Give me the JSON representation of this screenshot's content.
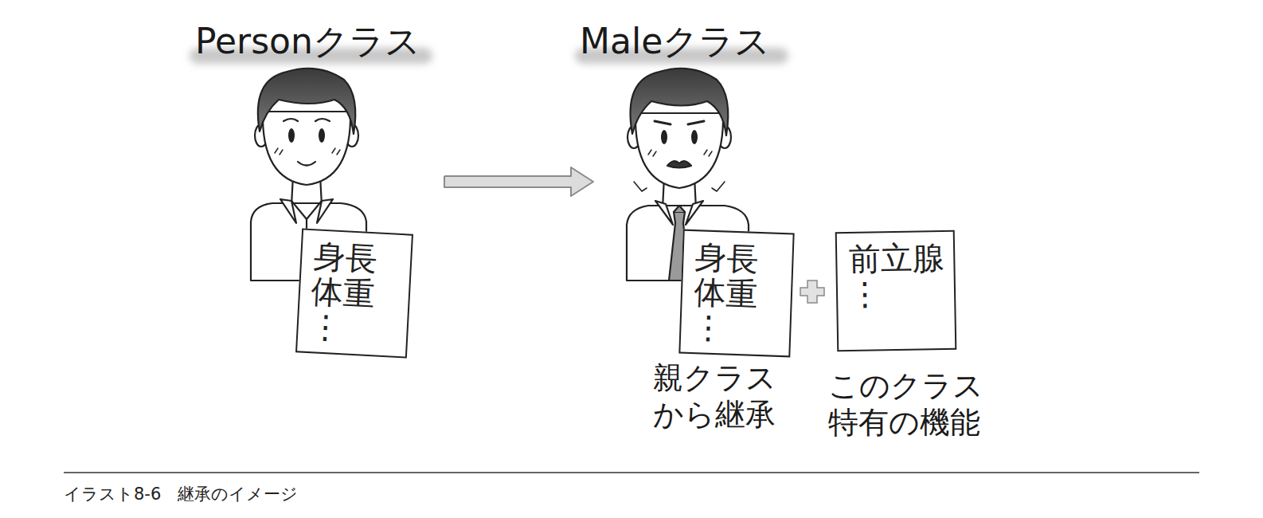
{
  "diagram": {
    "caption": "イラスト8-6　継承のイメージ",
    "nodes": [
      {
        "text": [
          "Personクラス"
        ]
      },
      {
        "text": [
          "身長 体重 ⋮"
        ],
        "in": 0
      },
      {
        "text": [
          "Maleクラス"
        ]
      },
      {
        "text": [
          "身長 体重 ⋮"
        ],
        "in": 2
      },
      {
        "text": [
          "前立腺 ⋮"
        ],
        "in": 2
      }
    ],
    "edges": [
      {
        "from": 0,
        "to": 2,
        "arrow": "to"
      }
    ],
    "labels": [
      "親クラス から継承",
      "このクラス 特有の機能"
    ]
  }
}
